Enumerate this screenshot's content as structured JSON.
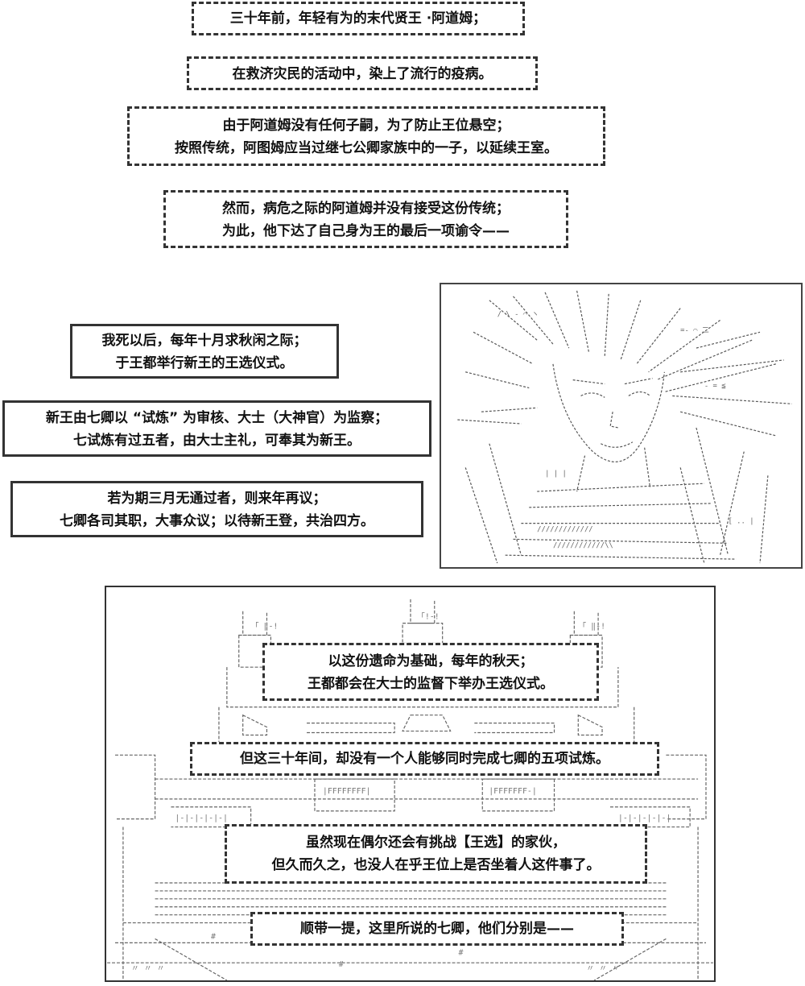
{
  "narration": [
    {
      "lines": [
        "三十年前，年轻有为的末代贤王 ·阿道姆；"
      ]
    },
    {
      "lines": [
        "在救济灾民的活动中，染上了流行的疫病。"
      ]
    },
    {
      "lines": [
        "由于阿道姆没有任何子嗣，为了防止王位悬空；",
        "按照传统，阿图姆应当过继七公卿家族中的一子，以延续王室。"
      ]
    },
    {
      "lines": [
        "然而，病危之际的阿道姆并没有接受这份传统；",
        "为此，他下达了自己身为王的最后一项谕令——"
      ]
    }
  ],
  "decree": [
    {
      "lines": [
        "我死以后，每年十月求秋闲之际；",
        "于王都举行新王的王选仪式。"
      ]
    },
    {
      "lines": [
        "新王由七卿以 “试炼” 为审核、大士（大神官）为监察；",
        "七试炼有过五者，由大士主礼，可奉其为新王。"
      ]
    },
    {
      "lines": [
        "若为期三月无通过者，则来年再议；",
        "七卿各司其职，大事众议；以待新王登，共治四方。"
      ]
    }
  ],
  "castle_captions": [
    {
      "lines": [
        "以这份遗命为基础，每年的秋天；",
        "王都都会在大士的监督下举办王选仪式。"
      ]
    },
    {
      "lines": [
        "但这三十年间，却没有一个人能够同时完成七卿的五项试炼。"
      ]
    },
    {
      "lines": [
        "虽然现在偶尔还会有挑战【王选】的家伙，",
        "但久而久之，也没人在乎王位上是否坐着人这件事了。"
      ]
    },
    {
      "lines": [
        "顺带一提，这里所说的七卿，他们分别是——"
      ]
    }
  ]
}
